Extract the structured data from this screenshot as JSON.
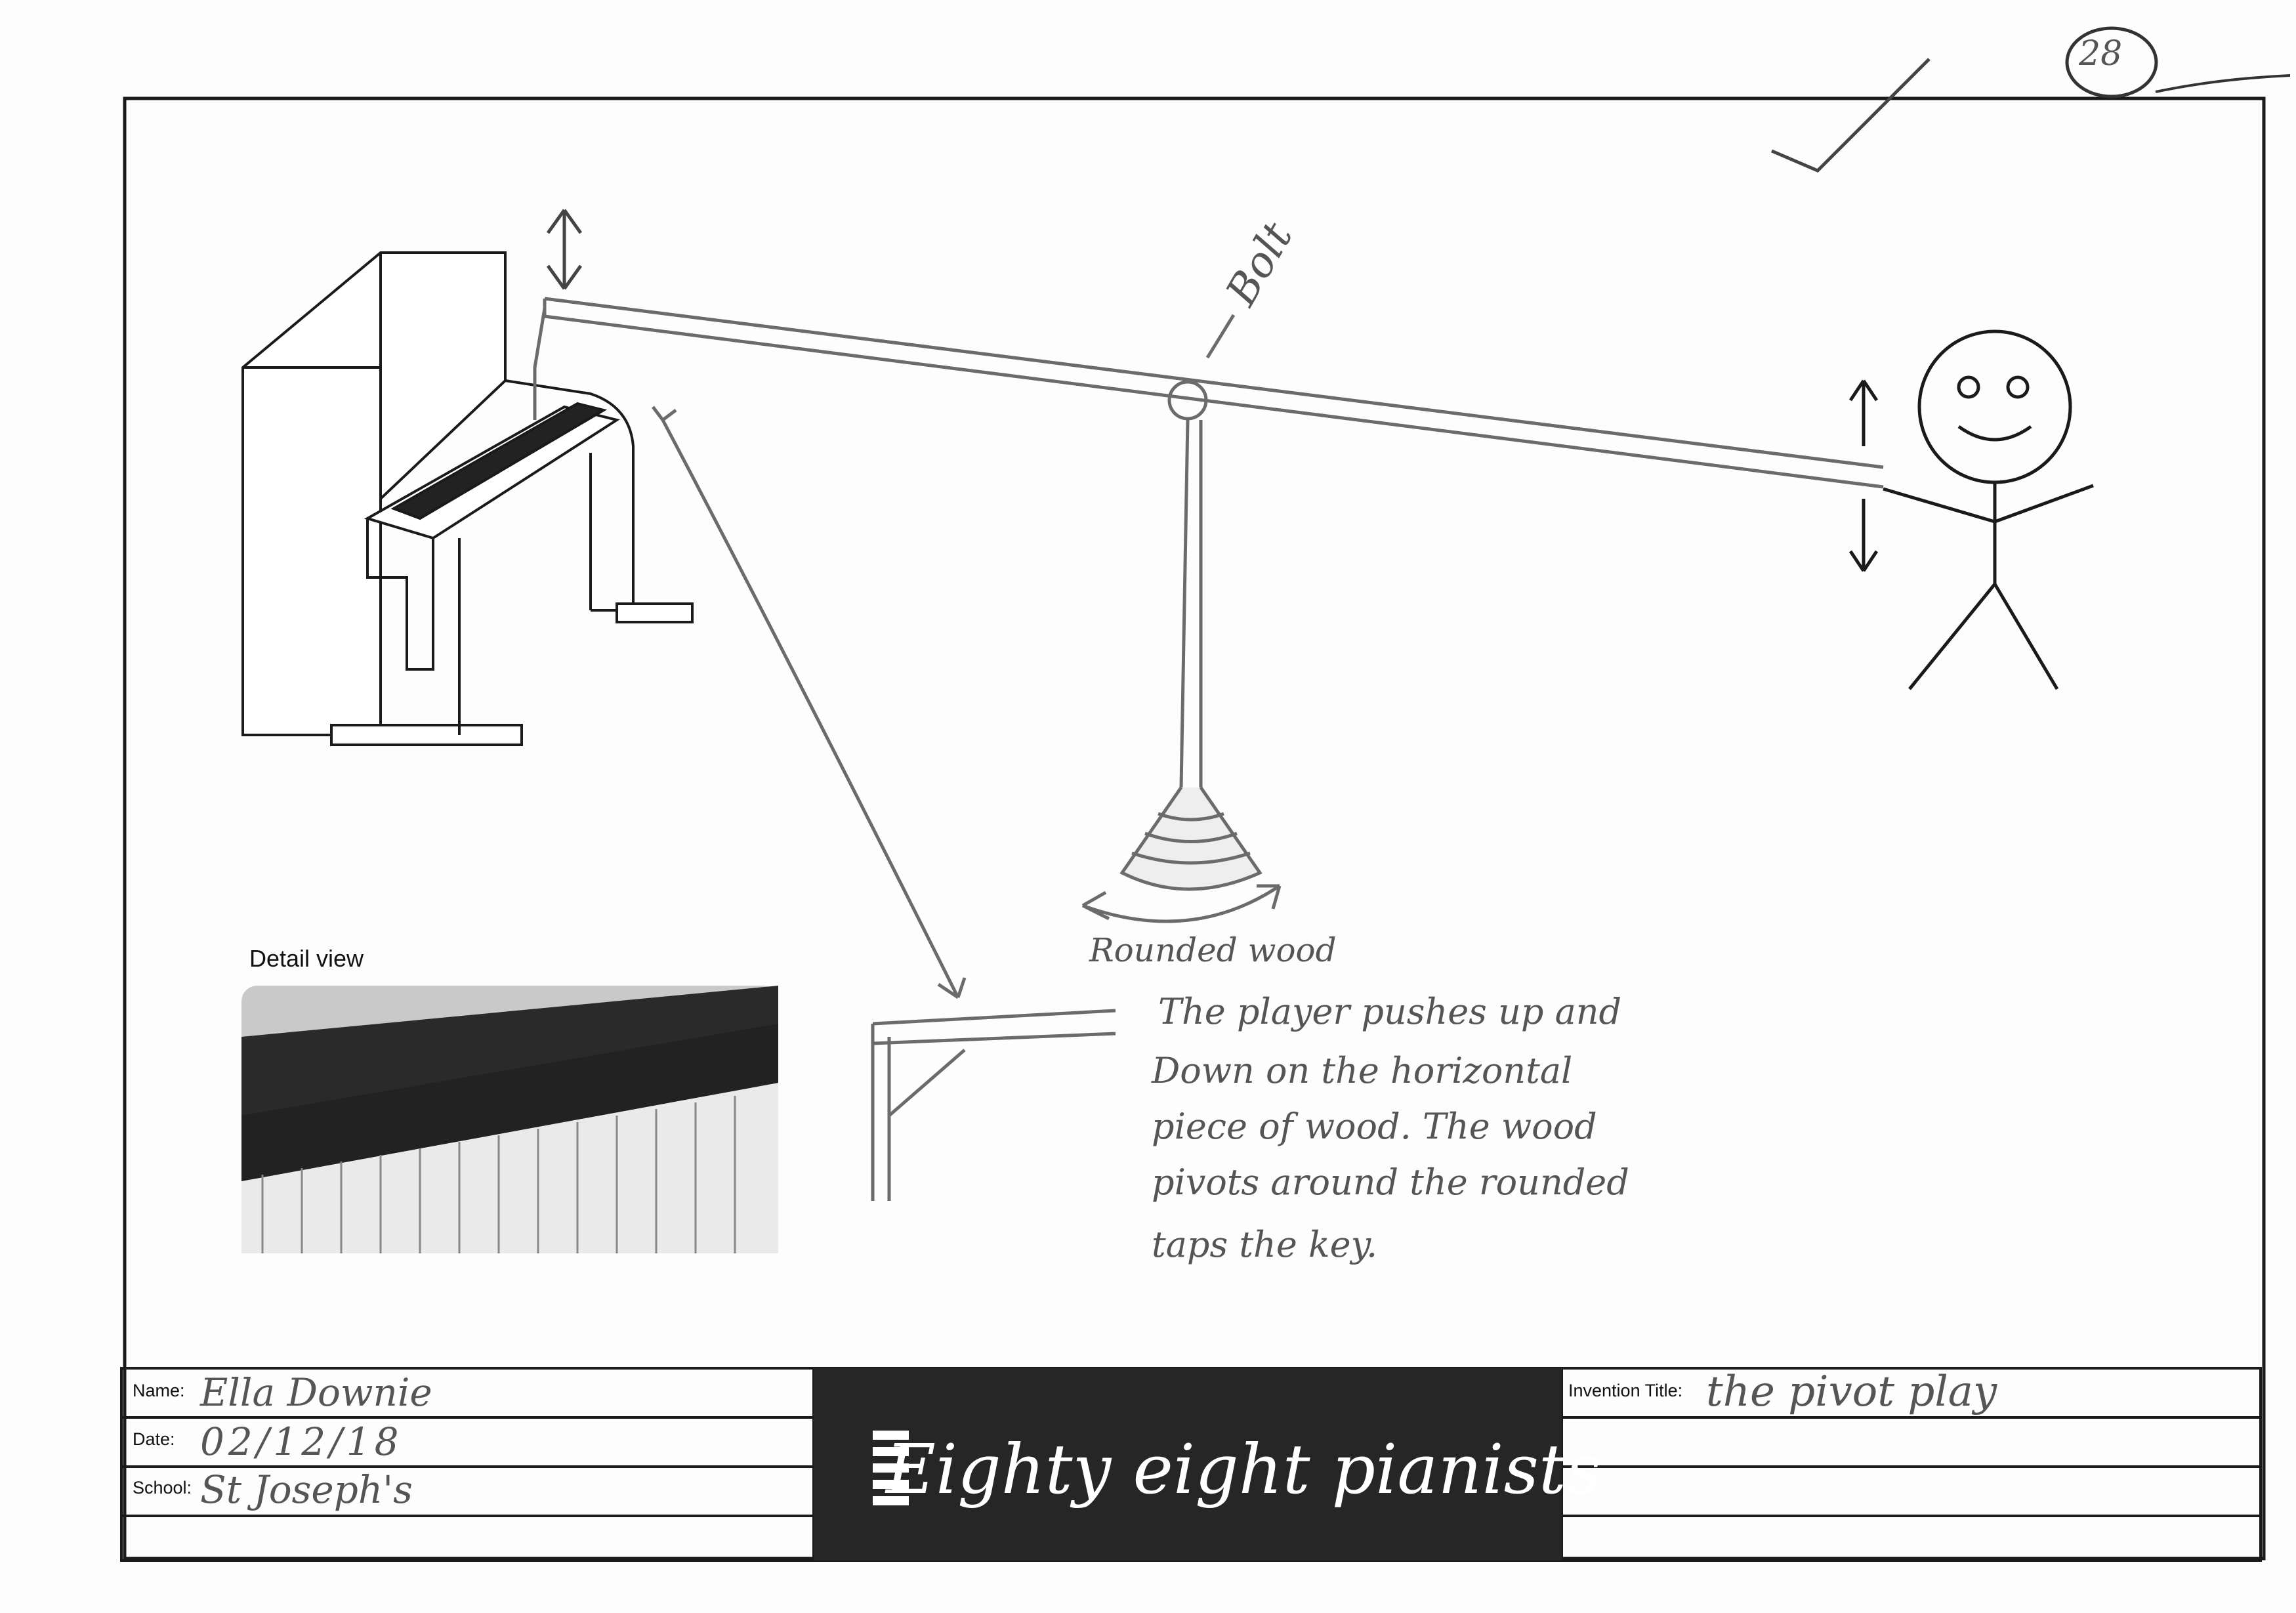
{
  "annotations": {
    "bolt": "Bolt",
    "rounded_wood": "Rounded wood",
    "description_lines": [
      "The player pushes up and",
      "Down on the horizontal",
      "piece of wood. The wood",
      "pivots around the rounded",
      "taps the key."
    ]
  },
  "page_number": "28",
  "detail_view_label": "Detail view",
  "title_block": {
    "name_label": "Name:",
    "name_value": "Ella Downie",
    "date_label": "Date:",
    "date_value": "02/12/18",
    "school_label": "School:",
    "school_value": "St Joseph's",
    "invention_label": "Invention Title:",
    "invention_value": "the pivot play",
    "logo_text": "Eighty eight pianists"
  },
  "colors": {
    "frame": "#1a1a1a",
    "pencil": "#6b6b6b",
    "logo_bg": "#262626"
  }
}
